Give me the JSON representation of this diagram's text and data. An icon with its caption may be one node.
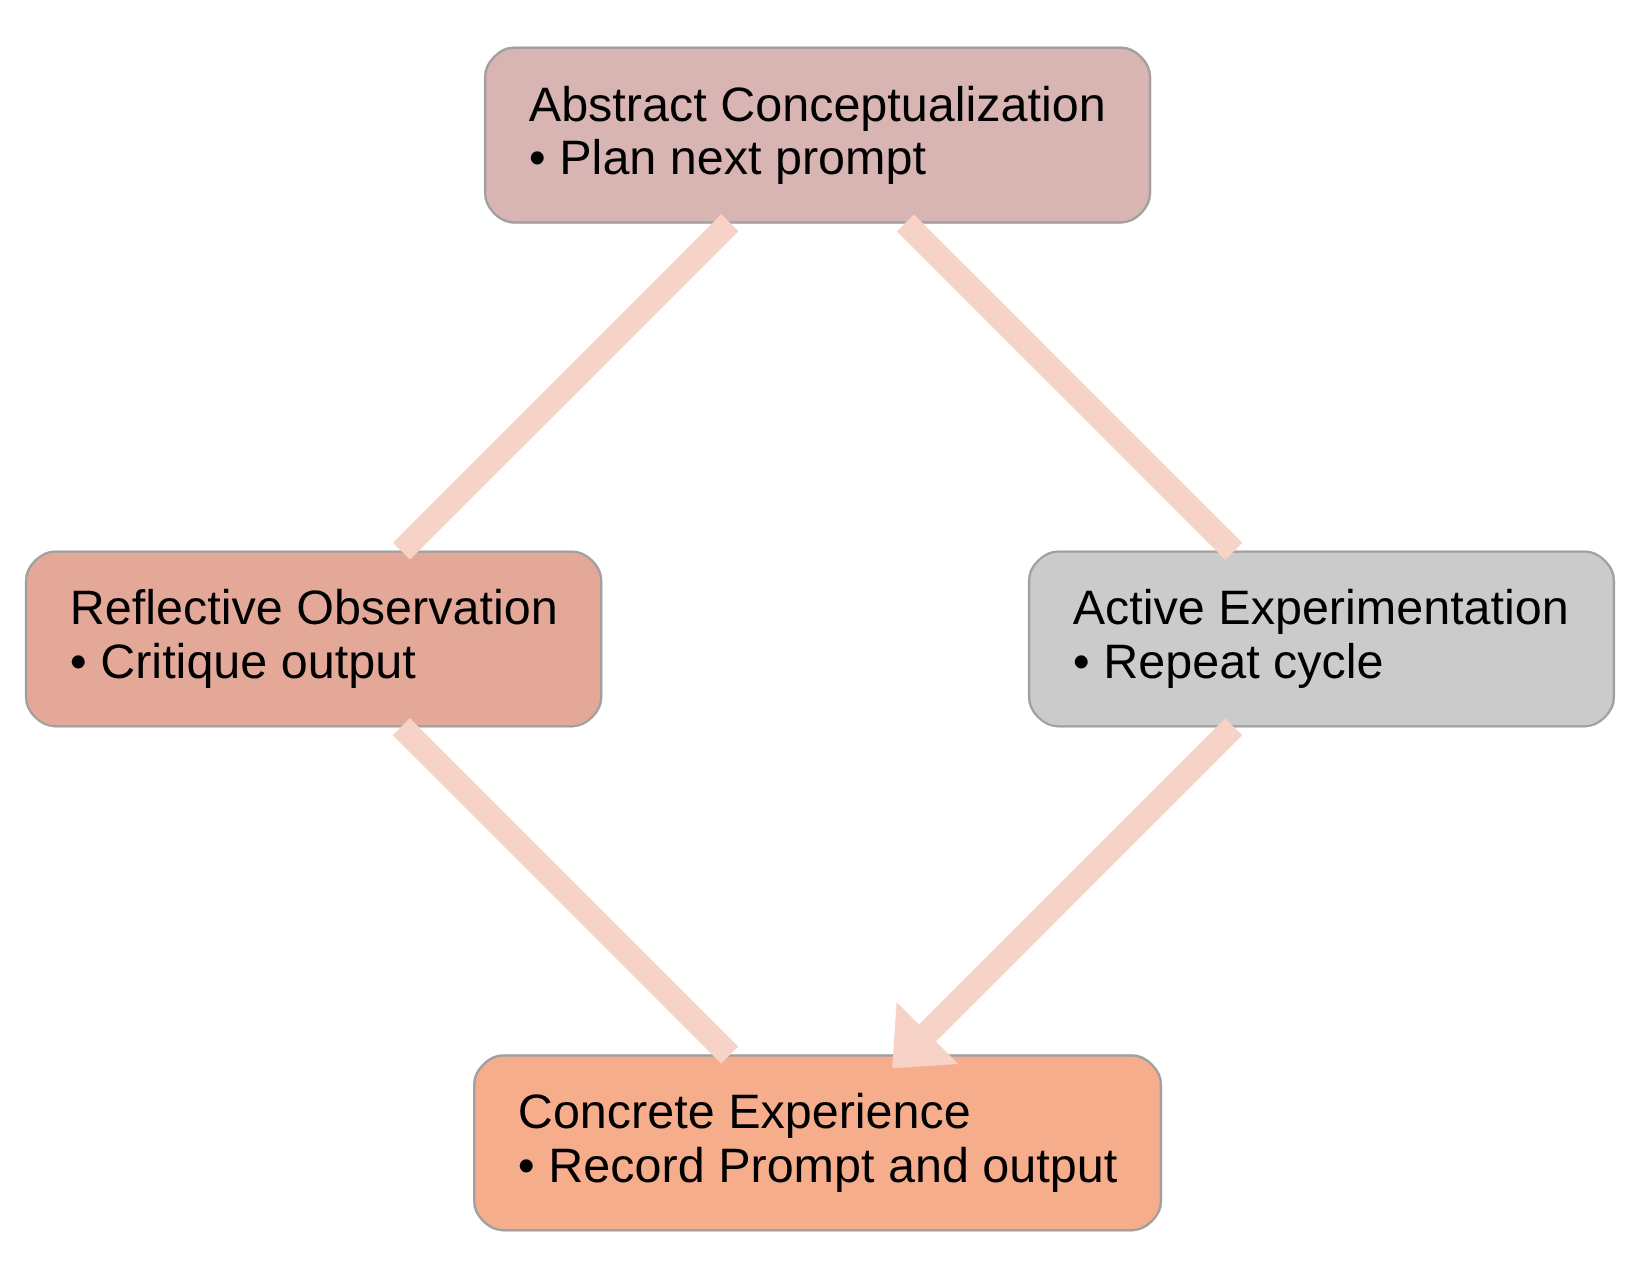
{
  "diagram": {
    "nodes": [
      {
        "text": [
          "Concrete Experience",
          "• Record Prompt and output"
        ]
      },
      {
        "text": [
          "Reflective Observation",
          "• Critique output"
        ]
      },
      {
        "text": [
          "Abstract Conceptualization",
          "• Plan next prompt"
        ]
      },
      {
        "text": [
          "Active Experimentation",
          "• Repeat cycle"
        ]
      }
    ],
    "edges": [
      {
        "from": 0,
        "to": 1,
        "arrow": "none"
      },
      {
        "from": 1,
        "to": 2,
        "arrow": "none"
      },
      {
        "from": 2,
        "to": 3,
        "arrow": "none"
      },
      {
        "from": 3,
        "to": 0,
        "arrow": "to"
      }
    ]
  }
}
